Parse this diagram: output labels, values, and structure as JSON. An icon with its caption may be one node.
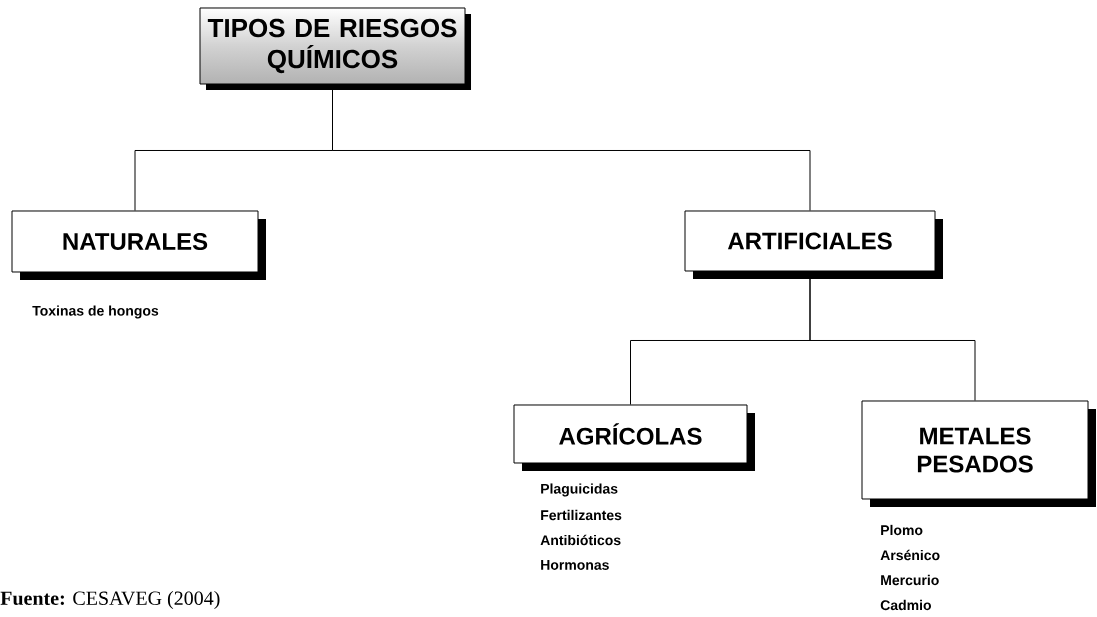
{
  "diagram": {
    "caption": "**Fuente:** CESAVEG (2004)",
    "nodes": [
      {
        "text": [
          "TIPOS DE RIESGOS QUÍMICOS"
        ]
      },
      {
        "text": [
          "NATURALES"
        ],
        "beside": [
          "Toxinas de hongos"
        ]
      },
      {
        "text": [
          "ARTIFICIALES"
        ]
      },
      {
        "text": [
          "AGRÍCOLAS"
        ],
        "beside": [
          "Plaguicidas",
          "Fertilizantes",
          "Antibióticos",
          "Hormonas"
        ]
      },
      {
        "text": [
          "METALES PESADOS"
        ],
        "beside": [
          "Plomo",
          "Arsénico",
          "Mercurio",
          "Cadmio"
        ]
      }
    ],
    "edges": [
      {
        "from": 0,
        "to": 1,
        "arrow": "none"
      },
      {
        "from": 0,
        "to": 2,
        "arrow": "none"
      },
      {
        "from": 2,
        "to": 3,
        "arrow": "none"
      },
      {
        "from": 2,
        "to": 4,
        "arrow": "none"
      }
    ]
  }
}
